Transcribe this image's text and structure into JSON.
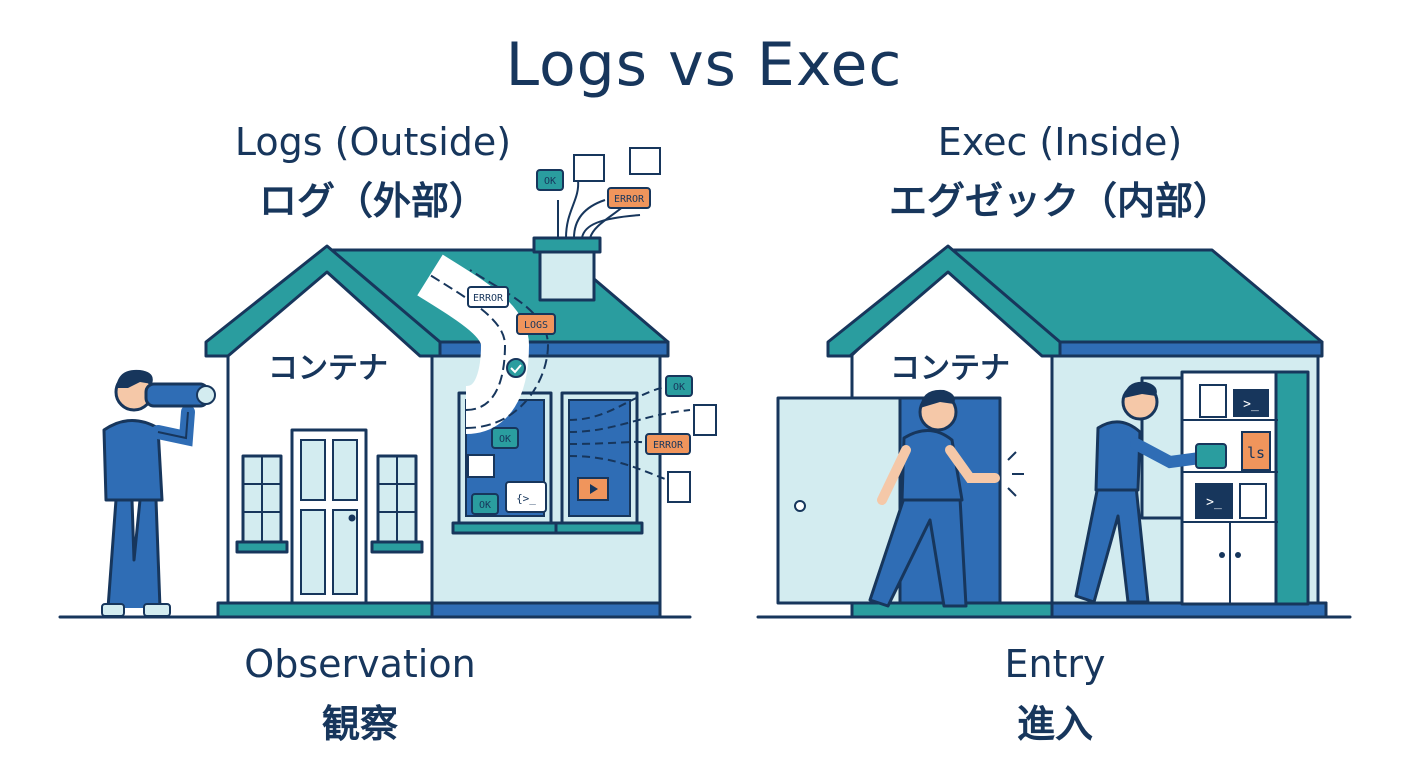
{
  "title": "Logs vs Exec",
  "left": {
    "heading_en": "Logs (Outside)",
    "heading_jp": "ログ（外部）",
    "house_label": "コンテナ",
    "caption_en": "Observation",
    "caption_jp": "観察",
    "tags": {
      "error1": "ERROR",
      "logs": "LOGS",
      "ok1": "OK",
      "ok2": "OK",
      "ok3": "OK",
      "ok4": "OK",
      "error2": "ERROR",
      "error3": "ERROR",
      "code": "{>_"
    }
  },
  "right": {
    "heading_en": "Exec (Inside)",
    "heading_jp": "エグゼック（内部）",
    "house_label": "コンテナ",
    "caption_en": "Entry",
    "caption_jp": "進入",
    "shelf_ls": "ls",
    "shelf_prompt1": ">_",
    "shelf_prompt2": ">_"
  },
  "colors": {
    "navy": "#17365c",
    "teal": "#2a9d9f",
    "blue": "#2f6db5",
    "light_blue": "#d3ecf0",
    "orange": "#f0955c",
    "wall": "#ffffff"
  }
}
